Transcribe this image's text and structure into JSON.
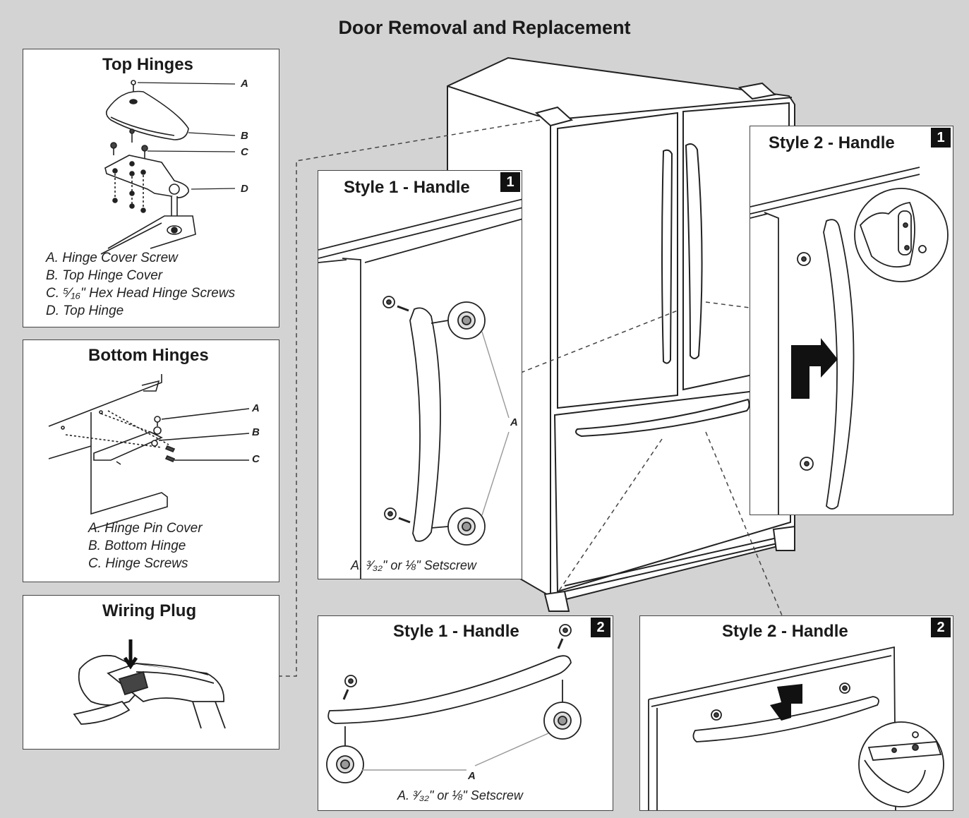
{
  "title": "Door Removal and Replacement",
  "top_hinges": {
    "title": "Top Hinges",
    "labels": [
      "A",
      "B",
      "C",
      "D"
    ],
    "legend": [
      "A. Hinge Cover Screw",
      "B. Top Hinge Cover",
      "C. ⁵⁄₁₆\" Hex Head Hinge Screws",
      "D. Top Hinge"
    ]
  },
  "bottom_hinges": {
    "title": "Bottom Hinges",
    "labels": [
      "A",
      "B",
      "C"
    ],
    "legend": [
      "A. Hinge Pin Cover",
      "B. Bottom Hinge",
      "C. Hinge Screws"
    ]
  },
  "wiring_plug": {
    "title": "Wiring Plug"
  },
  "style1_handle_1": {
    "title": "Style 1 - Handle",
    "badge": "1",
    "label": "A",
    "caption": "A. ³⁄₃₂\" or ⅛\" Setscrew"
  },
  "style2_handle_1": {
    "title": "Style 2 - Handle",
    "badge": "1"
  },
  "style1_handle_2": {
    "title": "Style 1 - Handle",
    "badge": "2",
    "label": "A",
    "caption": "A. ³⁄₃₂\" or ⅛\" Setscrew"
  },
  "style2_handle_2": {
    "title": "Style 2 - Handle",
    "badge": "2"
  }
}
